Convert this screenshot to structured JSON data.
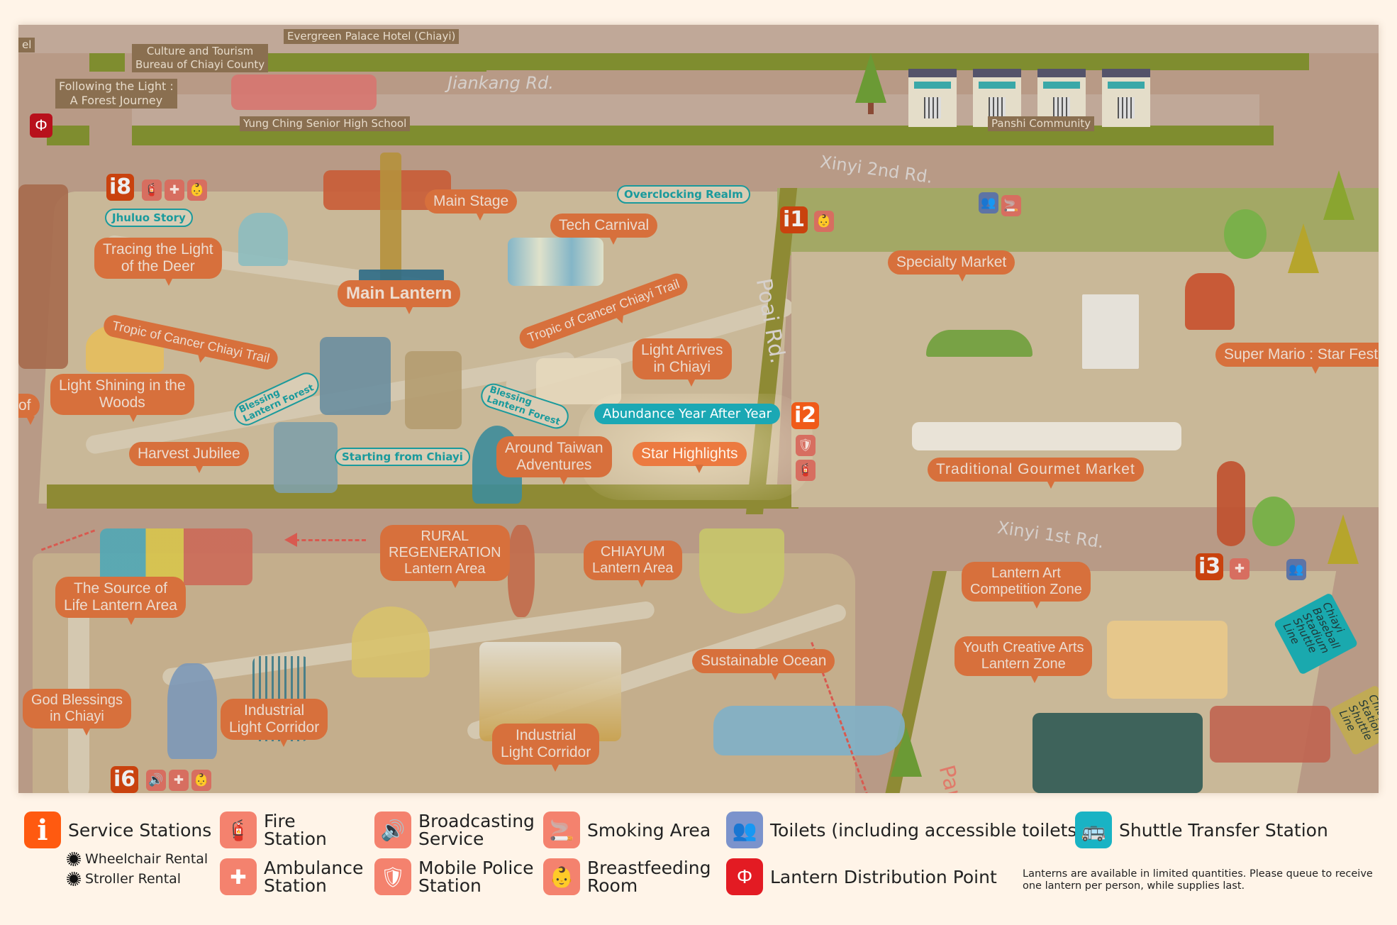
{
  "roads": {
    "jiankang": "Jiankang Rd.",
    "xinyi_2nd": "Xinyi 2nd Rd.",
    "xinyi_1st": "Xinyi 1st Rd.",
    "poai": "Poai Rd.",
    "par": "Par"
  },
  "buildings": {
    "evergreen": "Evergreen Palace Hotel (Chiayi)",
    "culture_bureau_1": "Culture and Tourism",
    "culture_bureau_2": "Bureau of Chiayi County",
    "following_light_1": "Following the Light :",
    "following_light_2": "A Forest Journey",
    "yung_ching": "Yung Ching Senior High School",
    "panshi": "Panshi Community",
    "left_edge": "el"
  },
  "attractions": {
    "main_stage": "Main Stage",
    "overclocking": "Overclocking Realm",
    "tech_carnival": "Tech Carnival",
    "jhuluo": "Jhuluo Story",
    "tracing_deer_1": "Tracing the Light",
    "tracing_deer_2": "of the Deer",
    "main_lantern": "Main Lantern",
    "tropic_left": "Tropic of Cancer Chiayi Trail",
    "tropic_right": "Tropic of Cancer Chiayi Trail",
    "light_arrives_1": "Light Arrives",
    "light_arrives_2": "in Chiayi",
    "light_woods_1": "Light Shining in the",
    "light_woods_2": "Woods",
    "blessing_left_1": "Blessing",
    "blessing_left_2": "Lantern Forest",
    "blessing_right_1": "Blessing",
    "blessing_right_2": "Lantern Forest",
    "harvest": "Harvest Jubilee",
    "starting_chiayi": "Starting from Chiayi",
    "around_taiwan_1": "Around Taiwan",
    "around_taiwan_2": "Adventures",
    "abundance": "Abundance Year After Year",
    "star_highlights": "Star Highlights",
    "specialty_market": "Specialty Market",
    "super_mario": "Super Mario : Star Festi",
    "gourmet_market": "Traditional Gourmet Market",
    "source_life_1": "The Source of",
    "source_life_2": "Life Lantern Area",
    "rural_1": "RURAL",
    "rural_2": "REGENERATION",
    "rural_3": "Lantern  Area",
    "chiayum_1": "CHIAYUM",
    "chiayum_2": "Lantern Area",
    "lantern_art_1": "Lantern Art",
    "lantern_art_2": "Competition Zone",
    "youth_1": "Youth Creative Arts",
    "youth_2": "Lantern Zone",
    "god_blessings_1": "God Blessings",
    "god_blessings_2": "in Chiayi",
    "industrial_left_1": "Industrial",
    "industrial_left_2": "Light Corridor",
    "industrial_mid_1": "Industrial",
    "industrial_mid_2": "Light Corridor",
    "sustainable": "Sustainable Ocean",
    "edge_of": "of"
  },
  "service_stations": {
    "i8": "i8",
    "i1": "i1",
    "i2": "i2",
    "i3": "i3",
    "i6": "i6"
  },
  "shuttle_lines": {
    "baseball_1": "Chiayi Baseball",
    "baseball_2": "Stadium",
    "baseball_3": "Shuttle Line",
    "station_1": "Chiayi",
    "station_2": "Station",
    "station_3": "Shuttle Line"
  },
  "legend": {
    "service_stations": "Service Stations",
    "wheelchair": "Wheelchair Rental",
    "stroller": "Stroller Rental",
    "fire_1": "Fire",
    "fire_2": "Station",
    "ambulance_1": "Ambulance",
    "ambulance_2": "Station",
    "broadcast_1": "Broadcasting",
    "broadcast_2": "Service",
    "police_1": "Mobile Police",
    "police_2": "Station",
    "smoking": "Smoking Area",
    "breastfeeding_1": "Breastfeeding",
    "breastfeeding_2": "Room",
    "toilets": "Toilets (including accessible toilets)",
    "lantern_point": "Lantern Distribution Point",
    "shuttle": "Shuttle Transfer Station",
    "note_1": "Lanterns are available in limited quantities. Please queue to receive",
    "note_2": "one lantern per person, while supplies last."
  },
  "icons": {
    "service": "i",
    "fire": "🧯",
    "ambulance": "✚",
    "broadcast": "🔊",
    "police": "🛡",
    "smoking": "🚬",
    "breastfeeding": "👶",
    "toilets": "👥",
    "lantern": "Φ",
    "shuttle": "🚌"
  },
  "colors": {
    "service_orange": "#ff5a10",
    "facility_coral": "#f4826e",
    "toilet_blue": "#7b93cc",
    "lantern_red": "#e31b23",
    "shuttle_teal": "#19b3c4",
    "label_orange": "#d7703c",
    "highlight_teal": "#1ba8b4"
  }
}
